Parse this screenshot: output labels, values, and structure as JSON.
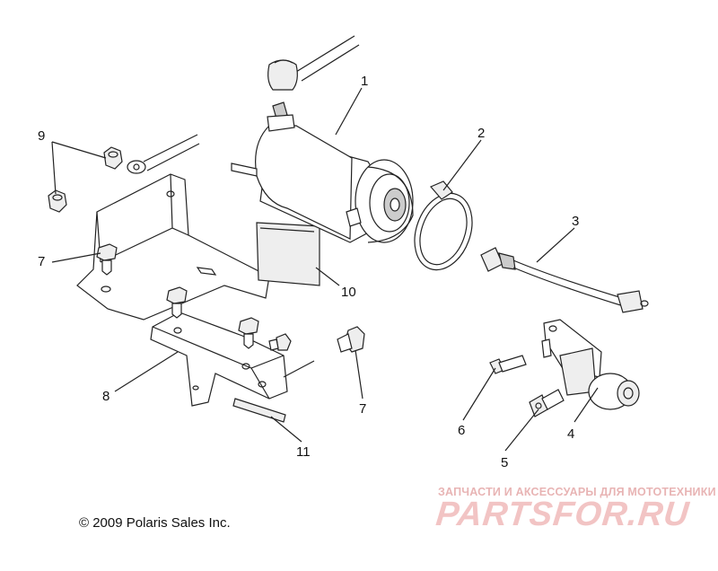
{
  "callouts": [
    {
      "label": "1"
    },
    {
      "label": "2"
    },
    {
      "label": "3"
    },
    {
      "label": "4"
    },
    {
      "label": "5"
    },
    {
      "label": "6"
    },
    {
      "label": "7"
    },
    {
      "label": "7"
    },
    {
      "label": "8"
    },
    {
      "label": "9"
    },
    {
      "label": "10"
    },
    {
      "label": "11"
    }
  ],
  "copyright": "© 2009 Polaris Sales Inc.",
  "watermark": {
    "tagline": "ЗАПЧАСТИ И АКСЕССУАРЫ ДЛЯ МОТОТЕХНИКИ",
    "logo": "PARTSFOR.RU"
  }
}
